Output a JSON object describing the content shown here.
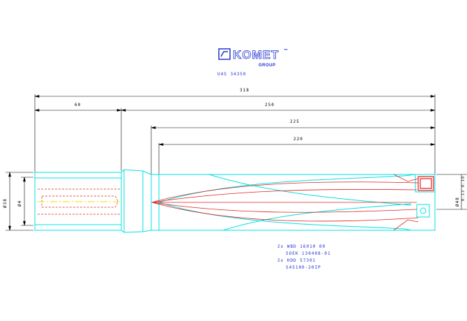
{
  "logo": {
    "brand": "KOMET",
    "trademark": "™",
    "group": "GROUP"
  },
  "drawing_number": "U4S 34350",
  "dimensions": {
    "overall_length": "318",
    "shank_length": "60",
    "body_length": "250",
    "length_225": "225",
    "length_220": "220",
    "shank_diameter": "Ø38",
    "inner_diameter": "Ø4",
    "tip_diameter": "Ø48",
    "tip_tolerance": "0.13\n0.18"
  },
  "parts_list": [
    "2x WBD 16010 00",
    "SOEK 130408-01",
    "2x HDD 57301",
    "S4S100-20IP"
  ],
  "colors": {
    "outline": "#00e1e1",
    "dimension": "#000000",
    "hidden": "#e02020",
    "centerline": "#e6e600",
    "text_blue": "#1b2ed6"
  }
}
